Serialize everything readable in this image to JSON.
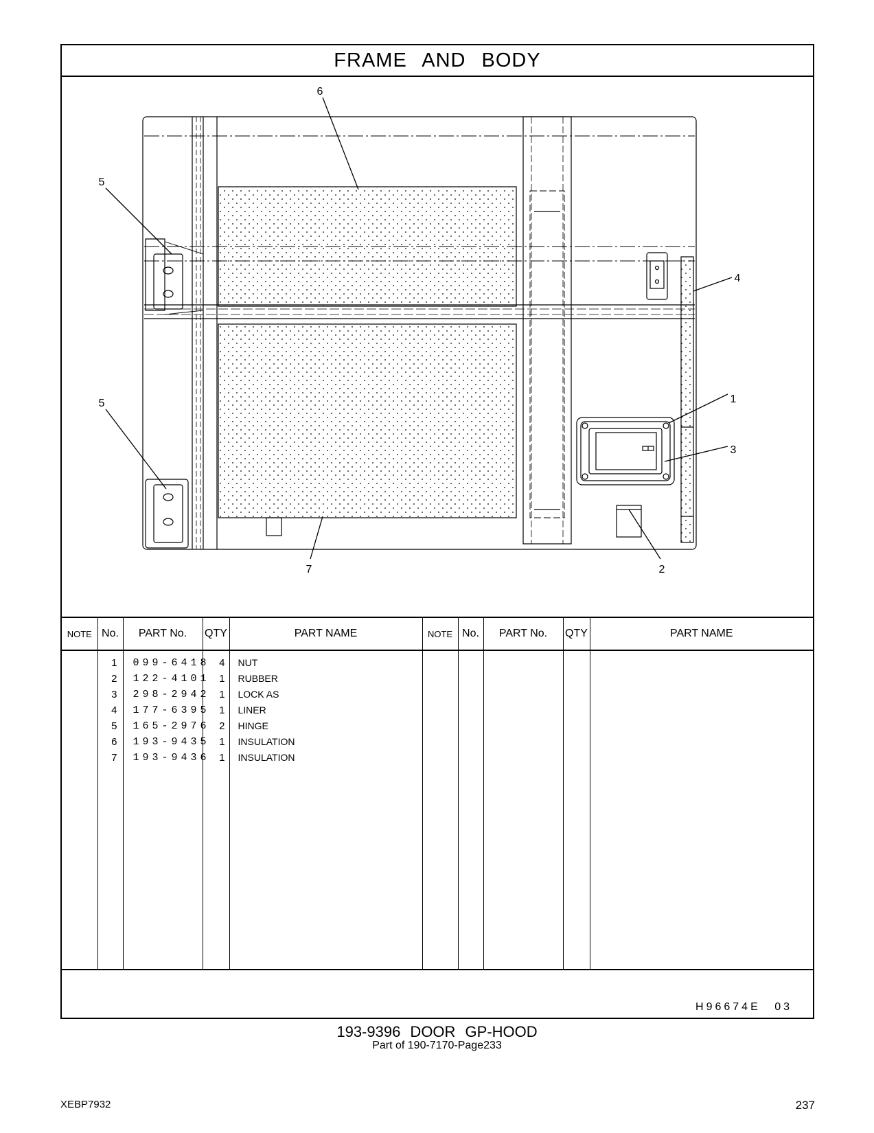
{
  "title": "FRAME AND BODY",
  "callouts": [
    "6",
    "5",
    "4",
    "5",
    "1",
    "3",
    "7",
    "2"
  ],
  "table": {
    "headers": {
      "note": "NOTE",
      "no": "No.",
      "part_no": "PART No.",
      "qty": "QTY",
      "part_name": "PART NAME"
    },
    "rows": [
      {
        "no": "1",
        "part_no": "099-6418",
        "qty": "4",
        "name": "NUT"
      },
      {
        "no": "2",
        "part_no": "122-4101",
        "qty": "1",
        "name": "RUBBER"
      },
      {
        "no": "3",
        "part_no": "298-2942",
        "qty": "1",
        "name": "LOCK  AS"
      },
      {
        "no": "4",
        "part_no": "177-6395",
        "qty": "1",
        "name": "LINER"
      },
      {
        "no": "5",
        "part_no": "165-2976",
        "qty": "2",
        "name": "HINGE"
      },
      {
        "no": "6",
        "part_no": "193-9435",
        "qty": "1",
        "name": "INSULATION"
      },
      {
        "no": "7",
        "part_no": "193-9436",
        "qty": "1",
        "name": "INSULATION"
      }
    ]
  },
  "drawing_code": "H96674E  03",
  "caption": {
    "title": "193-9396  DOOR GP-HOOD",
    "subtitle": "Part of 190-7170-Page233"
  },
  "doc_id": "XEBP7932",
  "page_number": "237"
}
